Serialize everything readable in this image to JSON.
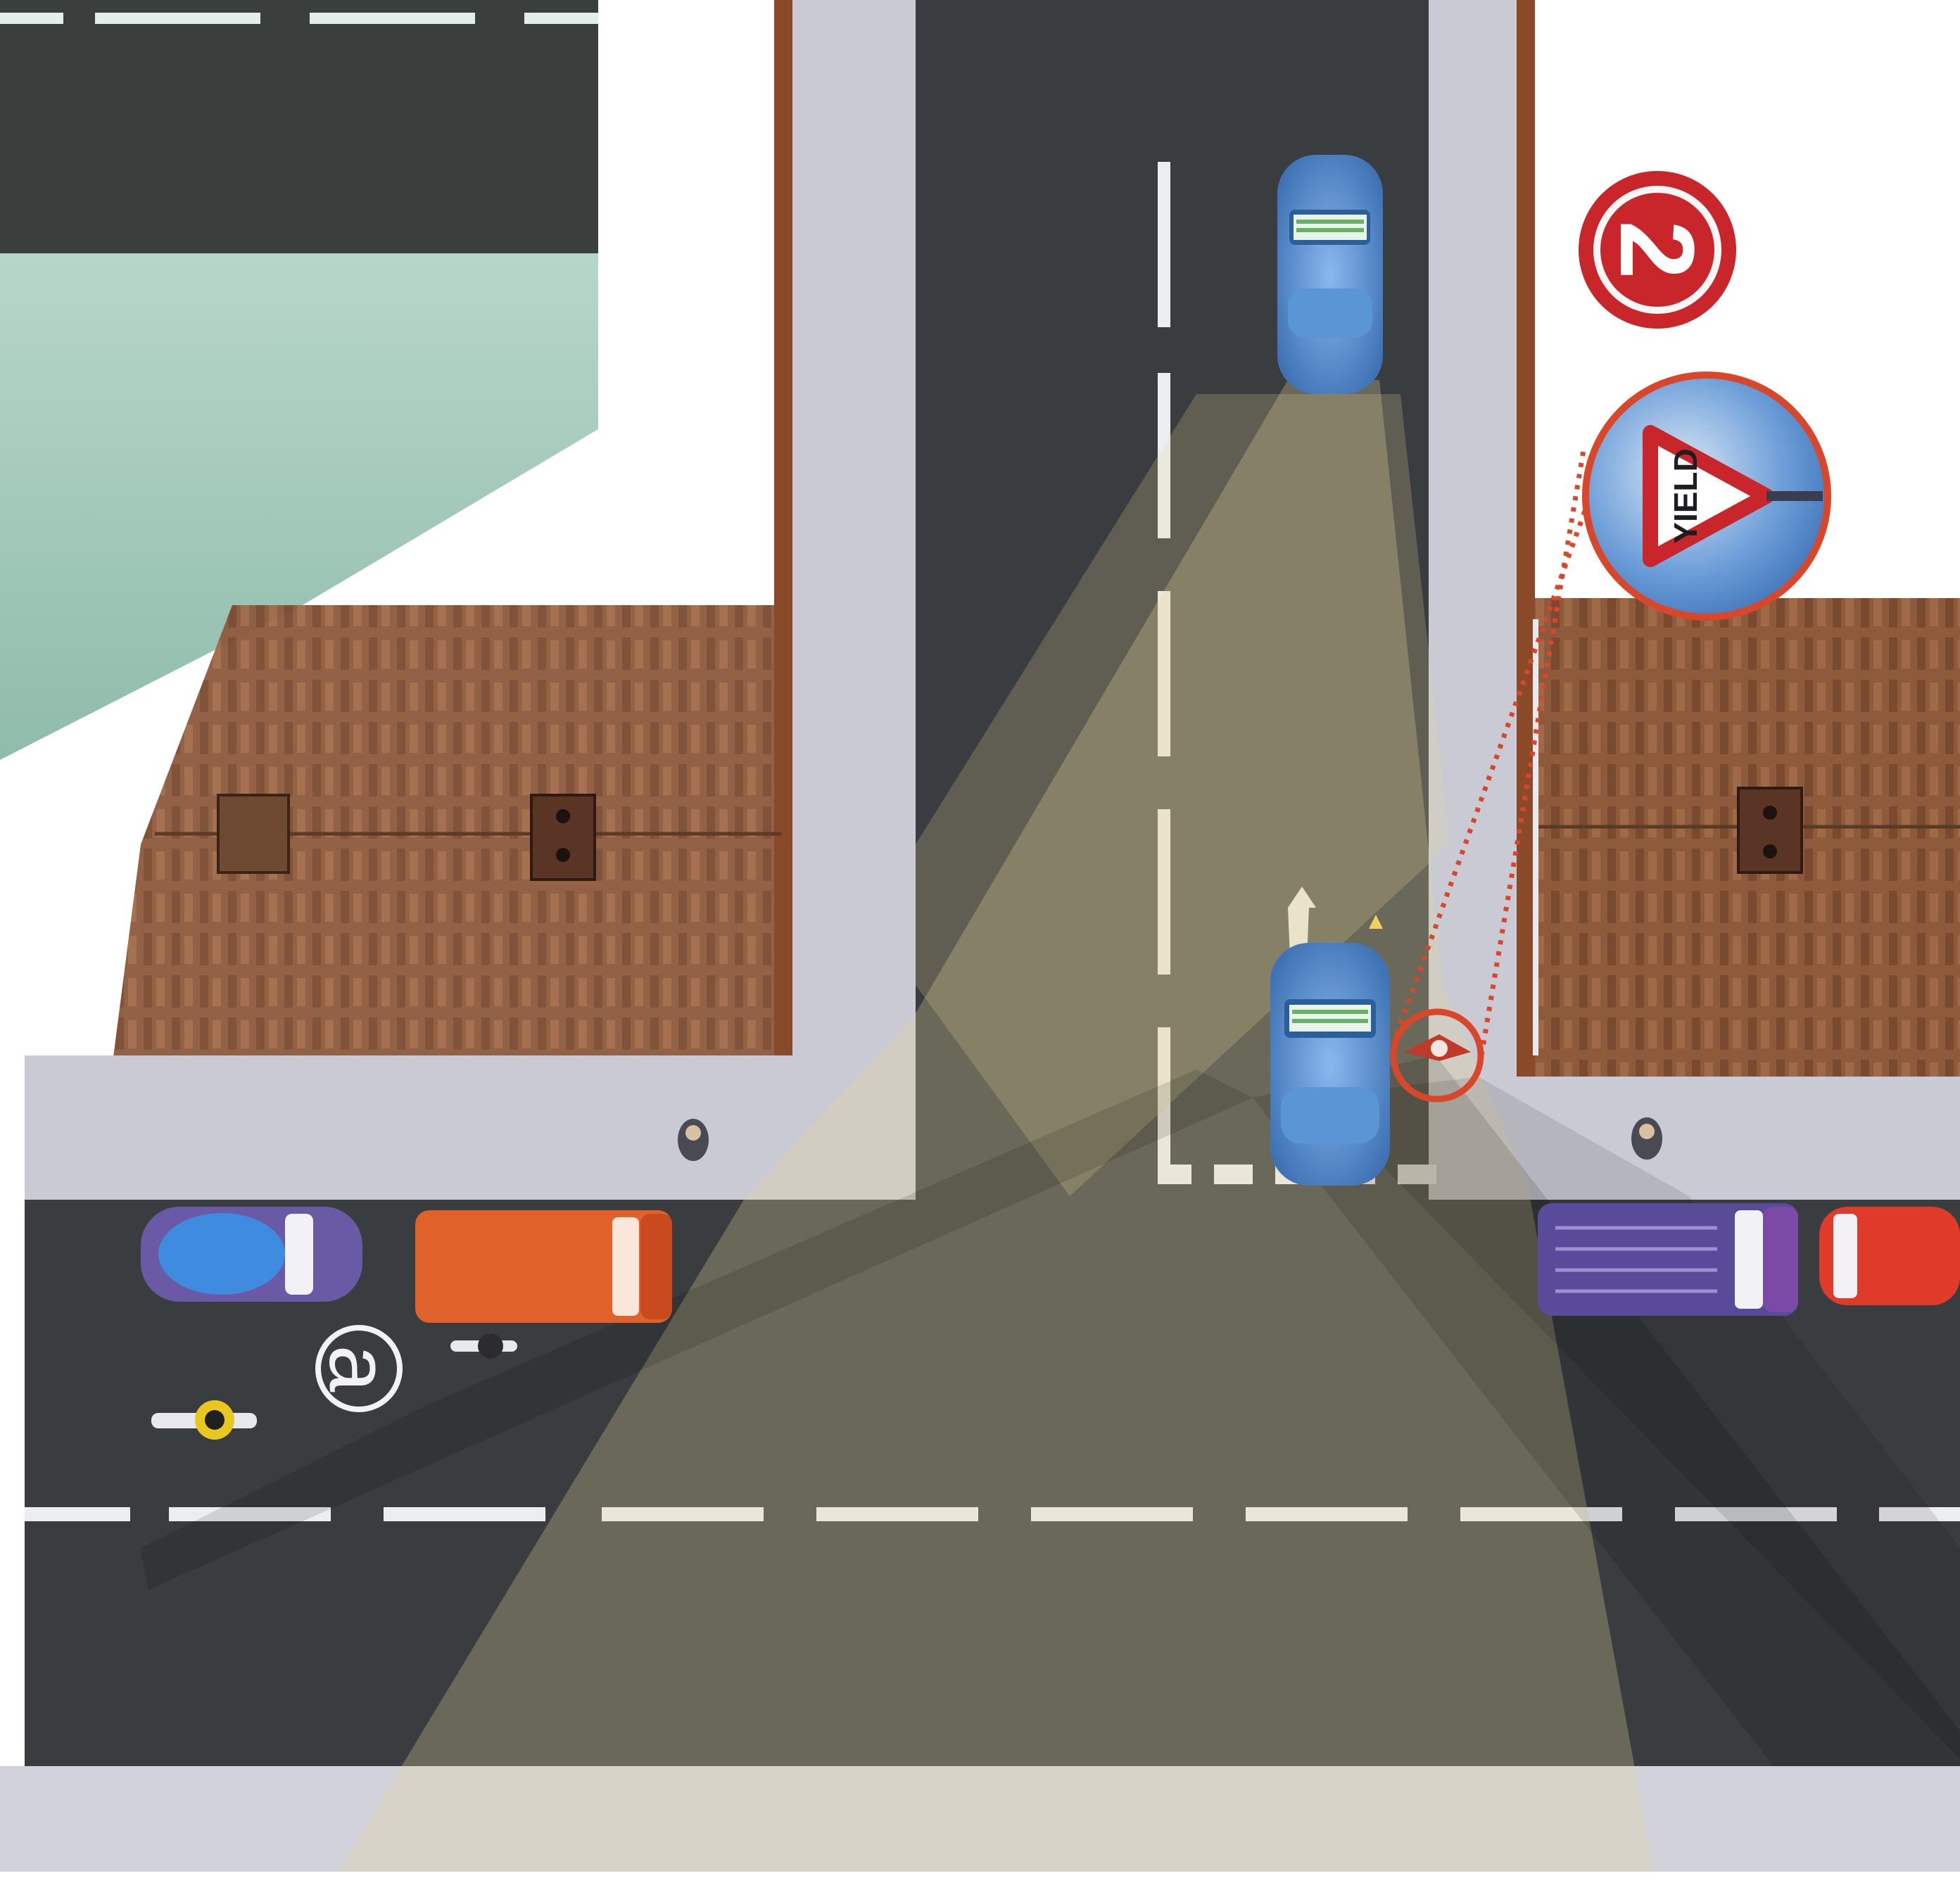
{
  "diagram": {
    "badge_number": "2",
    "sign_text": "YIELD",
    "marker_letter": "a"
  },
  "colors": {
    "asphalt": "#3a3d3f",
    "sidewalk": "#c9cad3",
    "curb_brown": "#8a4a2a",
    "brick": "#8d5a3c",
    "vision_cone": "#e8d79a",
    "car_blue": "#4f86c9",
    "van_orange": "#e0622a",
    "van_purple": "#5a4a9a",
    "badge_red": "#c8262a",
    "sign_bg": "#3e7fc7",
    "ground_green": "#9cc3b4"
  },
  "icons": [
    "yield-sign-icon",
    "cyclist-icon",
    "pedestrian-icon",
    "motorcycle-icon"
  ]
}
